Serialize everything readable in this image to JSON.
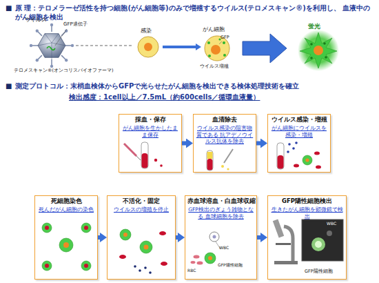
{
  "diagram": {
    "nodes": [
      {
        "text": [
          "採血・保存",
          "がん細胞を生かしたまま保存"
        ]
      },
      {
        "text": [
          "血清除去",
          "ウイルス感染の阻害物質である 抗アデノウイルス抗体を除去"
        ]
      },
      {
        "text": [
          "ウイルス感染・増殖",
          "がん細胞にウイルスを感染・増殖"
        ]
      },
      {
        "text": [
          "死細胞染色",
          "死んだがん細胞の染色"
        ]
      },
      {
        "text": [
          "不活化・固定",
          "ウイルスの増殖を停止"
        ]
      },
      {
        "text": [
          "赤血球溶血・白血球収縮",
          "GFP検出のぎょう雑物となる 血球細胞を除去"
        ]
      },
      {
        "text": [
          "GFP陽性細胞検出",
          "生きたがん細胞を顕微鏡で検出"
        ]
      }
    ],
    "edges": [
      {
        "from": 0,
        "to": 1,
        "arrow": "to"
      },
      {
        "from": 1,
        "to": 2,
        "arrow": "to"
      },
      {
        "from": 3,
        "to": 4,
        "arrow": "to"
      },
      {
        "from": 4,
        "to": 5,
        "arrow": "to"
      },
      {
        "from": 5,
        "to": 6,
        "arrow": "to"
      }
    ],
    "labels": [
      "■",
      "原 理：テロメラーゼ活性を持つ細胞(がん細胞等)のみで増殖するウイルス(テロメスキャン®)を利用し、 血液中のがん細胞を検出",
      "ウイルス",
      "GFP遺伝子",
      "テロメスキャン®(オンコリスバイオファーマ)",
      "感染",
      "がん細胞",
      "GFP",
      "ウイルス増殖",
      "蛍光",
      "■",
      "測定プロトコル：末梢血検体からGFPで光らせたがん細胞を検出できる検体処理技術を確立",
      "検出感度：1cell以上／7.5mL（約600cells／循環血液量）",
      "WBC",
      "GFP陽性細胞",
      "RBC",
      "WBC",
      "GFP陽性細胞"
    ]
  }
}
